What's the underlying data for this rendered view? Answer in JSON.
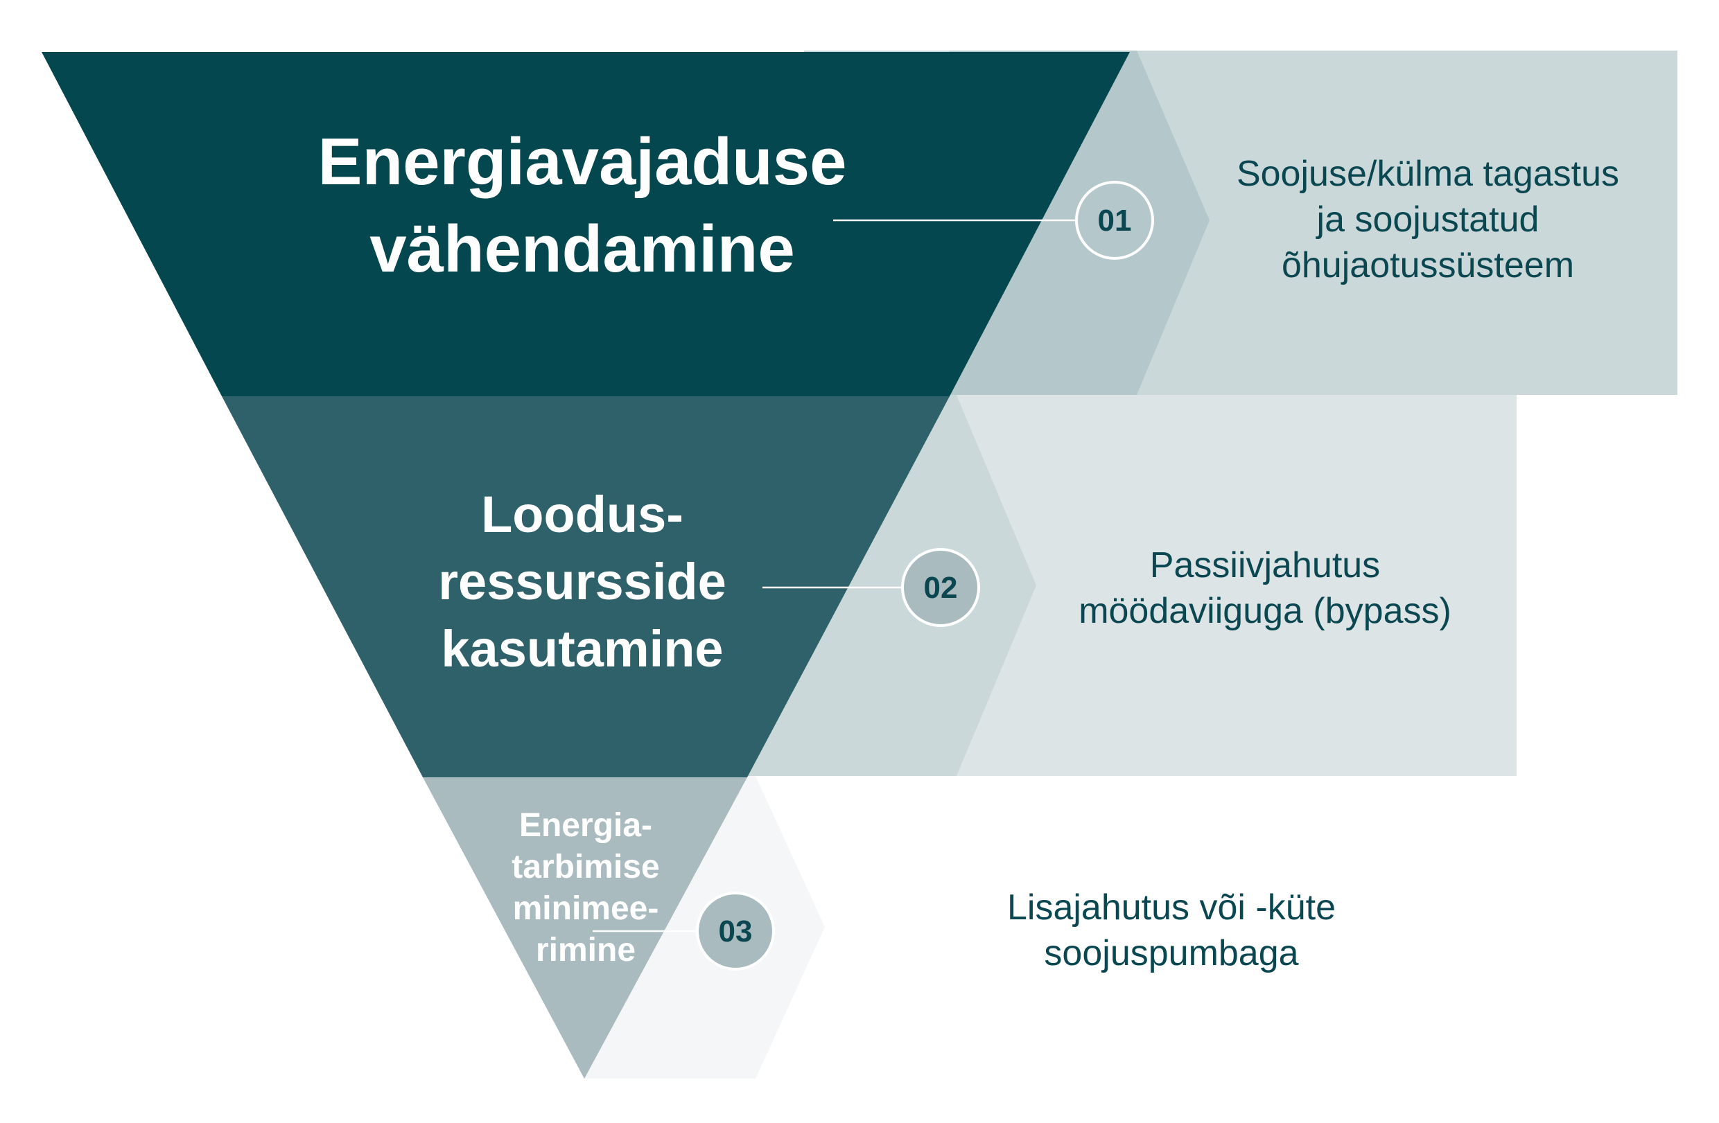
{
  "tiers": [
    {
      "title_lines": [
        "Energiavajaduse",
        "vähendamine"
      ],
      "number": "01",
      "description_lines": [
        "Soojuse/külma tagastus",
        "ja soojustatud",
        "õhujaotussüsteem"
      ]
    },
    {
      "title_lines": [
        "Loodus-",
        "ressursside",
        "kasutamine"
      ],
      "number": "02",
      "description_lines": [
        "Passiivjahutus",
        "möödaviiguga (bypass)"
      ]
    },
    {
      "title_lines": [
        "Energia-",
        "tarbimise",
        "minimee-",
        "rimine"
      ],
      "number": "03",
      "description_lines": [
        "Lisajahutus või -küte",
        "soojuspumbaga"
      ]
    }
  ],
  "colors": {
    "tier1": "#04474f",
    "tier2": "#2f616a",
    "tier3": "#a9bbbf",
    "panel1": "#cbd8da",
    "panel2": "#dce4e6",
    "chevron1": "#b4c7cb",
    "chevron2": "#cbd8da",
    "chevron3": "#f4f6f8",
    "badge1": "#b4c7cb",
    "badge2": "#a9bbbf",
    "badge3": "#a9bbbf",
    "text_dark": "#0b4750",
    "text_light": "#ffffff"
  }
}
